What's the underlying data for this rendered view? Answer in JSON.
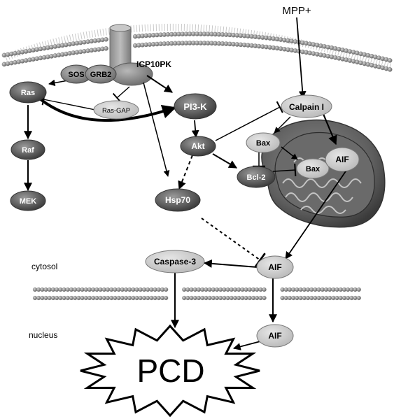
{
  "stimulus": "MPP+",
  "compartments": {
    "cytosol": "cytosol",
    "nucleus": "nucleus"
  },
  "nodes": {
    "icp10pk": "ICP10PK",
    "sos": "SOS",
    "grb2": "GRB2",
    "ras": "Ras",
    "ras_gap": "Ras-GAP",
    "pi3k": "PI3-K",
    "raf": "Raf",
    "mek": "MEK",
    "akt": "Akt",
    "hsp70": "Hsp70",
    "calpain": "Calpain I",
    "bax_upper": "Bax",
    "bax_mito": "Bax",
    "bcl2": "Bcl-2",
    "aif_mito": "AIF",
    "aif_cytosol": "AIF",
    "aif_nucleus": "AIF",
    "caspase3": "Caspase-3",
    "pcd": "PCD"
  }
}
